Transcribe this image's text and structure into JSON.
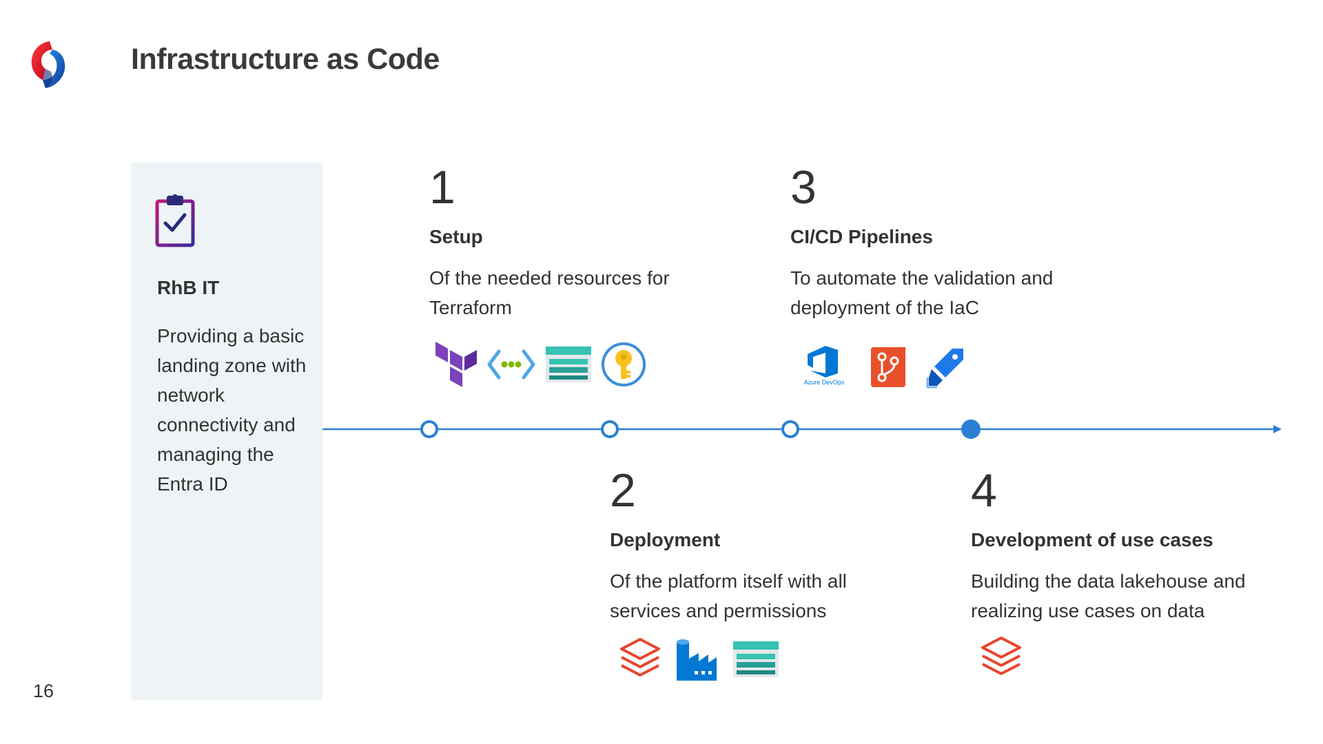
{
  "slide": {
    "title": "Infrastructure as Code",
    "page_number": "16"
  },
  "side_panel": {
    "icon": "clipboard-check-icon",
    "title": "RhB IT",
    "text": "Providing a basic landing zone with network connectivity and managing the Entra ID"
  },
  "steps": [
    {
      "number": "1",
      "title": "Setup",
      "description": "Of the needed resources for Terraform",
      "icons": [
        "terraform-icon",
        "virtual-network-icon",
        "storage-account-icon",
        "key-vault-icon"
      ]
    },
    {
      "number": "2",
      "title": "Deployment",
      "description": "Of the platform itself with all services and permissions",
      "icons": [
        "databricks-icon",
        "data-factory-icon",
        "storage-account-icon"
      ]
    },
    {
      "number": "3",
      "title": "CI/CD Pipelines",
      "description": "To automate the validation and deployment of the IaC",
      "icons": [
        "azure-devops-icon",
        "azure-repos-icon",
        "azure-pipelines-icon"
      ],
      "devops_label": "Azure DevOps"
    },
    {
      "number": "4",
      "title": "Development of use cases",
      "description": "Building the data lakehouse and realizing use cases on data",
      "icons": [
        "databricks-icon"
      ]
    }
  ],
  "colors": {
    "timeline": "#2a7fd4",
    "panel_bg": "#eef3f6",
    "text": "#333333"
  }
}
